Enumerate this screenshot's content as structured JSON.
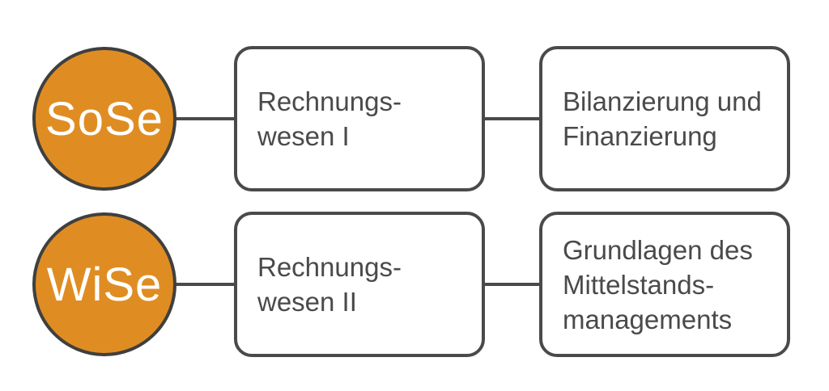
{
  "colors": {
    "circle_fill": "#df8d22",
    "stroke": "#4a4a4a",
    "text": "#4a4a4a"
  },
  "rows": [
    {
      "semester": "SoSe",
      "box1": "Rechnungs-\nwesen I",
      "box2": "Bilanzierung und\nFinanzierung"
    },
    {
      "semester": "WiSe",
      "box1": "Rechnungs-\nwesen II",
      "box2": "Grundlagen des\nMittelstands-\nmanagements"
    }
  ]
}
